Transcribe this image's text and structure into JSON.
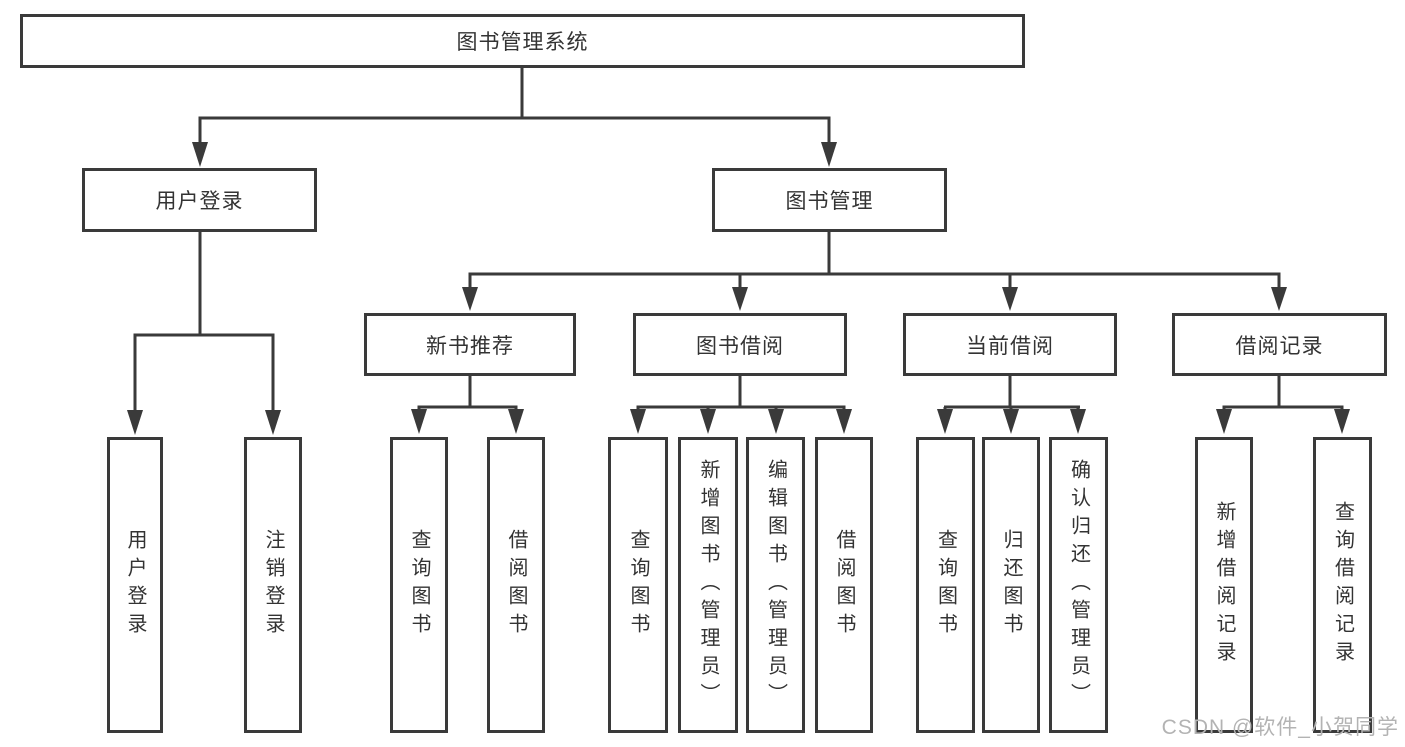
{
  "colors": {
    "line": "#3a3a3a",
    "box_border": "#3a3a3a",
    "text": "#333333",
    "background": "#ffffff",
    "watermark": "#b3b3b3"
  },
  "tree": {
    "root": {
      "label": "图书管理系统",
      "children": [
        {
          "label": "用户登录",
          "children": [
            {
              "label": "用户登录"
            },
            {
              "label": "注销登录"
            }
          ]
        },
        {
          "label": "图书管理",
          "children": [
            {
              "label": "新书推荐",
              "children": [
                {
                  "label": "查询图书"
                },
                {
                  "label": "借阅图书"
                }
              ]
            },
            {
              "label": "图书借阅",
              "children": [
                {
                  "label": "查询图书"
                },
                {
                  "label": "新增图书（管理员）"
                },
                {
                  "label": "编辑图书（管理员）"
                },
                {
                  "label": "借阅图书"
                }
              ]
            },
            {
              "label": "当前借阅",
              "children": [
                {
                  "label": "查询图书"
                },
                {
                  "label": "归还图书"
                },
                {
                  "label": "确认归还（管理员）"
                }
              ]
            },
            {
              "label": "借阅记录",
              "children": [
                {
                  "label": "新增借阅记录"
                },
                {
                  "label": "查询借阅记录"
                }
              ]
            }
          ]
        }
      ]
    }
  },
  "watermark": {
    "text": "CSDN @软件_小贺同学"
  }
}
